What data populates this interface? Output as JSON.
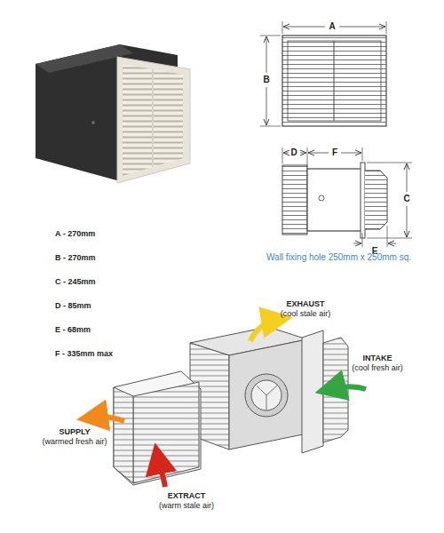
{
  "diagram": {
    "labels": [
      "A",
      "B",
      "D",
      "F",
      "C",
      "E",
      "Wall fixing hole 250mm x 250mm sq.",
      "A - 270mm",
      "B - 270mm",
      "C - 245mm",
      "D - 85mm",
      "E - 68mm",
      "F - 335mm max",
      "EXHAUST",
      "(cool stale air)",
      "INTAKE",
      "(cool fresh air)",
      "SUPPLY",
      "(warmed fresh air)",
      "EXTRACT",
      "(warm stale air)"
    ]
  }
}
